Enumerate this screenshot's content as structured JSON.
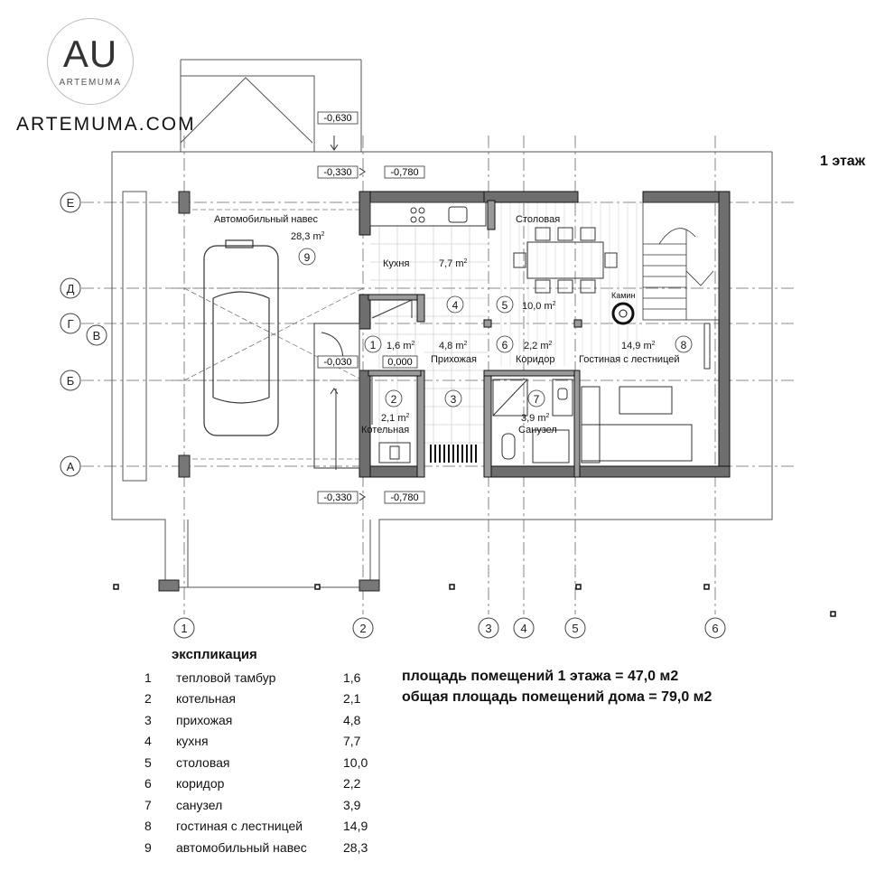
{
  "logo": {
    "mark": "AU",
    "subtitle": "ARTEMUMA",
    "site": "ARTEMUMA.COM"
  },
  "floor_title": "1 этаж",
  "axes_letters": [
    "Е",
    "Д",
    "Г",
    "В",
    "Б",
    "А"
  ],
  "axes_numbers": [
    "1",
    "2",
    "3",
    "4",
    "5",
    "6"
  ],
  "levels": {
    "l1": "-0,630",
    "l2": "-0,330",
    "l3": "-0,780",
    "l4": "-0,030",
    "l5": "0,000"
  },
  "rooms": {
    "r1": {
      "num": "1",
      "area": "1,6 m",
      "sup": "2"
    },
    "r2": {
      "num": "2",
      "area": "2,1 m",
      "sup": "2",
      "name": "Котельная"
    },
    "r3": {
      "num": "3",
      "area": "4,8 m",
      "sup": "2",
      "name": "Прихожая"
    },
    "r4": {
      "num": "4",
      "area": "7,7 m",
      "sup": "2",
      "name": "Кухня"
    },
    "r5": {
      "num": "5",
      "area": "10,0 m",
      "sup": "2",
      "name": "Столовая"
    },
    "r6": {
      "num": "6",
      "area": "2,2 m",
      "sup": "2",
      "name": "Коридор"
    },
    "r7": {
      "num": "7",
      "area": "3,9 m",
      "sup": "2",
      "name": "Санузел"
    },
    "r8": {
      "num": "8",
      "area": "14,9 m",
      "sup": "2",
      "name": "Гостиная с лестницей"
    },
    "r9": {
      "num": "9",
      "area": "28,3 m",
      "sup": "2",
      "name": "Автомобильный навес"
    }
  },
  "fireplace_label": "Камин",
  "explication": {
    "title": "экспликация",
    "rows": [
      {
        "num": "1",
        "name": "тепловой тамбур",
        "area": "1,6"
      },
      {
        "num": "2",
        "name": "котельная",
        "area": "2,1"
      },
      {
        "num": "3",
        "name": "прихожая",
        "area": "4,8"
      },
      {
        "num": "4",
        "name": "кухня",
        "area": "7,7"
      },
      {
        "num": "5",
        "name": "столовая",
        "area": "10,0"
      },
      {
        "num": "6",
        "name": "коридор",
        "area": "2,2"
      },
      {
        "num": "7",
        "name": "санузел",
        "area": "3,9"
      },
      {
        "num": "8",
        "name": "гостиная с лестницей",
        "area": "14,9"
      },
      {
        "num": "9",
        "name": "автомобильный навес",
        "area": "28,3"
      }
    ]
  },
  "summary": {
    "floor": "площадь помещений 1 этажа = 47,0 м2",
    "total": "общая площадь помещений дома = 79,0 м2"
  }
}
